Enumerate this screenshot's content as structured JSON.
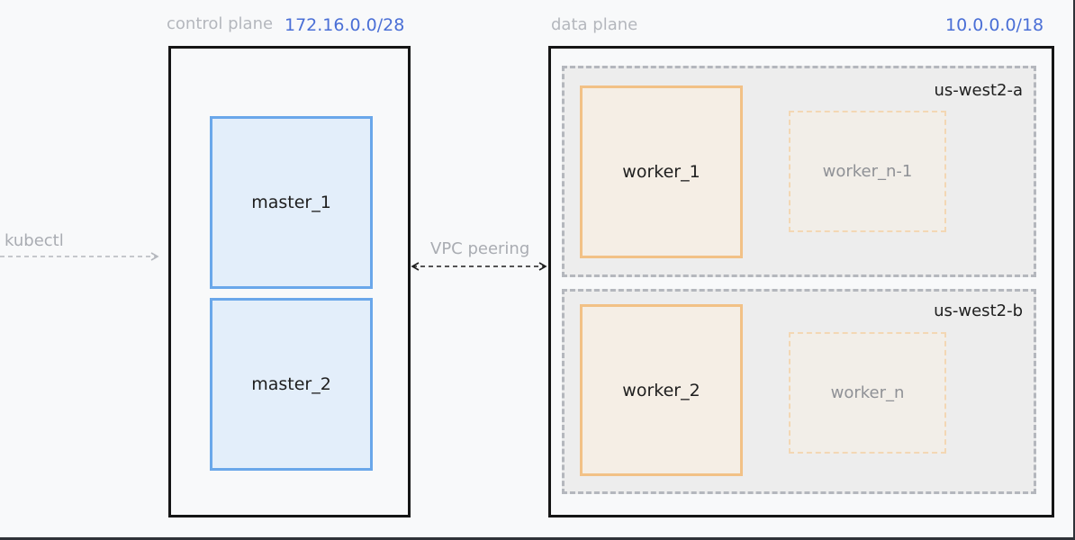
{
  "control_plane": {
    "label": "control plane",
    "cidr": "172.16.0.0/28",
    "nodes": [
      "master_1",
      "master_2"
    ]
  },
  "data_plane": {
    "label": "data plane",
    "cidr": "10.0.0.0/18",
    "zones": [
      {
        "name": "us-west2-a",
        "worker": "worker_1",
        "placeholder": "worker_n-1"
      },
      {
        "name": "us-west2-b",
        "worker": "worker_2",
        "placeholder": "worker_n"
      }
    ]
  },
  "edges": {
    "client": "kubectl",
    "peering": "VPC peering"
  },
  "colors": {
    "cidr": "#4a6fd6",
    "master_fill": "#e3eefa",
    "master_border": "#6aa7ea",
    "worker_border": "#f2c186",
    "zone_border": "#b4b7bd"
  }
}
